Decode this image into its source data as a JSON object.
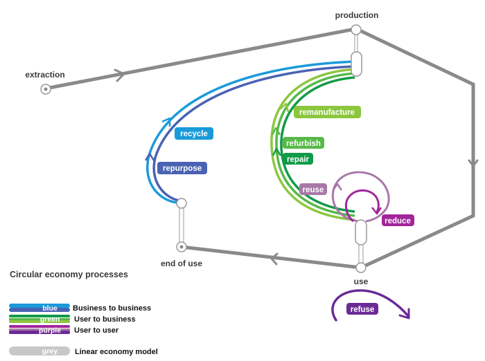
{
  "diagram": {
    "nodes": {
      "production": "production",
      "extraction": "extraction",
      "end_of_use": "end of use",
      "use": "use"
    },
    "processes": {
      "recycle": "recycle",
      "repurpose": "repurpose",
      "remanufacture": "remanufacture",
      "refurbish": "refurbish",
      "repair": "repair",
      "reuse": "reuse",
      "reduce": "reduce",
      "refuse": "refuse"
    },
    "colors": {
      "grey_line": "#8a8a8a",
      "blue_light": "#1a9ad9",
      "blue_dark": "#4a62b3",
      "green_light": "#8cc63f",
      "green_mid": "#56b948",
      "green_dark": "#119a48",
      "purple_mauve": "#a878a8",
      "purple_magenta": "#a1269a",
      "purple_dark": "#6b2a96",
      "grey_legend": "#c8c8c8"
    }
  },
  "legend": {
    "title": "Circular economy processes",
    "items": [
      {
        "key": "blue",
        "label": "Business to business"
      },
      {
        "key": "green",
        "label": "User to business"
      },
      {
        "key": "purple",
        "label": "User to user"
      },
      {
        "key": "grey",
        "label": "Linear economy model"
      }
    ]
  }
}
